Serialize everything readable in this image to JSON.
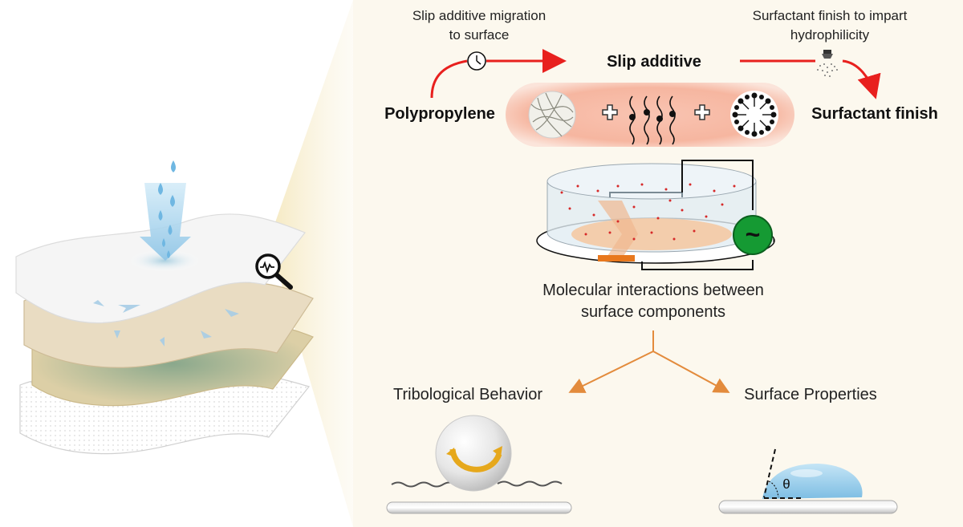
{
  "labels": {
    "migration_line1": "Slip additive migration",
    "migration_line2": "to surface",
    "finish_line1": "Surfactant finish to impart",
    "finish_line2": "hydrophilicity",
    "slip_additive": "Slip additive",
    "polypropylene": "Polypropylene",
    "surfactant_finish": "Surfactant finish",
    "molecular_line1": "Molecular interactions between",
    "molecular_line2": "surface components",
    "tribological": "Tribological Behavior",
    "surface_properties": "Surface Properties",
    "theta": "θ",
    "ac_symbol": "~"
  },
  "icons": [
    "clock-icon",
    "sprayer-icon",
    "magnifier-icon",
    "fiber-mesh-icon",
    "slip-molecule-icon",
    "surfactant-micelle-icon",
    "plus-icon"
  ],
  "colors": {
    "arrow_red": "#e8201e",
    "branch_orange": "#e38b3c",
    "pill_pink": "#f6b09a",
    "panel_cream": "#fbf6e8",
    "source_green": "#159a33",
    "water_blue": "#8fc9ea"
  }
}
